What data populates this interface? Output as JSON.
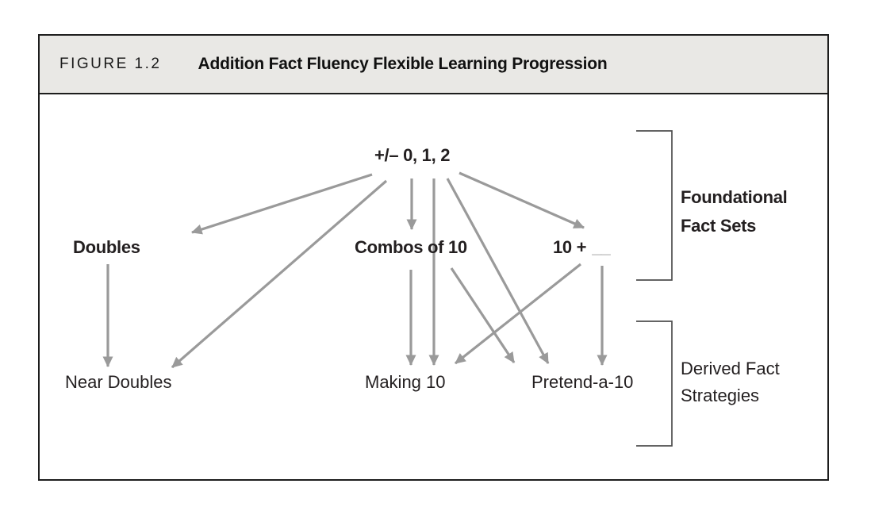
{
  "figure": {
    "label": "FIGURE 1.2",
    "title": "Addition Fact Fluency Flexible Learning Progression"
  },
  "nodes": {
    "plus_minus_012": "+/– 0, 1, 2",
    "doubles": "Doubles",
    "combos_of_10": "Combos of 10",
    "ten_plus": "10 +",
    "ten_plus_blank": "__",
    "near_doubles": "Near Doubles",
    "making_10": "Making 10",
    "pretend_a_10": "Pretend-a-10"
  },
  "groups": {
    "foundational_line1": "Foundational",
    "foundational_line2": "Fact Sets",
    "derived_line1": "Derived Fact",
    "derived_line2": "Strategies"
  },
  "edges": [
    {
      "from": "+/– 0, 1, 2",
      "to": "Doubles"
    },
    {
      "from": "+/– 0, 1, 2",
      "to": "Near Doubles"
    },
    {
      "from": "+/– 0, 1, 2",
      "to": "Combos of 10"
    },
    {
      "from": "+/– 0, 1, 2",
      "to": "Making 10"
    },
    {
      "from": "+/– 0, 1, 2",
      "to": "Pretend-a-10"
    },
    {
      "from": "+/– 0, 1, 2",
      "to": "10 + __"
    },
    {
      "from": "Doubles",
      "to": "Near Doubles"
    },
    {
      "from": "Combos of 10",
      "to": "Making 10"
    },
    {
      "from": "Combos of 10",
      "to": "Pretend-a-10"
    },
    {
      "from": "10 + __",
      "to": "Making 10"
    },
    {
      "from": "10 + __",
      "to": "Pretend-a-10"
    }
  ],
  "colors": {
    "arrow": "#9a9a9a",
    "bracket": "#4f4f4f",
    "border": "#1d1d1d",
    "header_bg": "#e9e8e5",
    "text": "#231f20"
  }
}
